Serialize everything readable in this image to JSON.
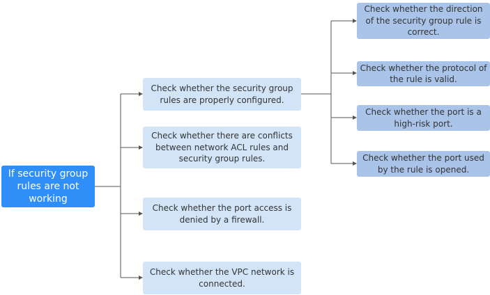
{
  "root": {
    "label": "If security group rules are not working"
  },
  "checks": [
    {
      "label": "Check whether the security group rules are properly configured."
    },
    {
      "label": "Check whether there are conflicts between network ACL rules and security group rules."
    },
    {
      "label": "Check whether the port access is denied by a firewall."
    },
    {
      "label": "Check whether the VPC network is connected."
    }
  ],
  "rule_checks": [
    {
      "label": "Check whether the direction of the security group rule is correct."
    },
    {
      "label": "Check whether the protocol of the rule is valid."
    },
    {
      "label": "Check whether the port is a high-risk port."
    },
    {
      "label": "Check whether the port used by the rule is opened."
    }
  ],
  "colors": {
    "root_fill": "#2f8ef7",
    "check_fill": "#d2e5f8",
    "rule_check_fill": "#a9c4e8",
    "connector": "#555555"
  }
}
